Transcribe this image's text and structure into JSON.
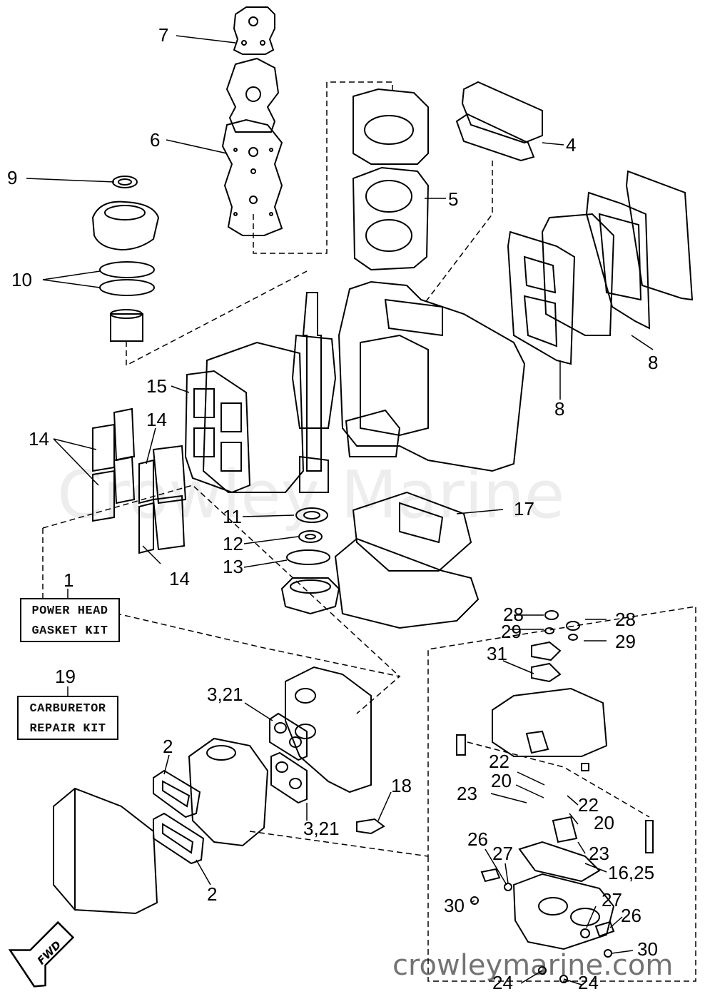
{
  "watermark": {
    "brand": "Crowley Marine",
    "url": "crowleymarine.com"
  },
  "kits": [
    {
      "number": "1",
      "line1": "POWER HEAD",
      "line2": "GASKET KIT"
    },
    {
      "number": "19",
      "line1": "CARBURETOR",
      "line2": "REPAIR KIT"
    }
  ],
  "direction_badge": "FWD",
  "callouts": [
    "7",
    "6",
    "9",
    "10",
    "5",
    "4",
    "8",
    "8",
    "15",
    "14",
    "14",
    "14",
    "11",
    "12",
    "13",
    "17",
    "28",
    "29",
    "28",
    "29",
    "31",
    "3,21",
    "2",
    "3,21",
    "18",
    "22",
    "20",
    "23",
    "22",
    "20",
    "23",
    "16,25",
    "26",
    "27",
    "30",
    "27",
    "26",
    "30",
    "24",
    "24",
    "2"
  ]
}
